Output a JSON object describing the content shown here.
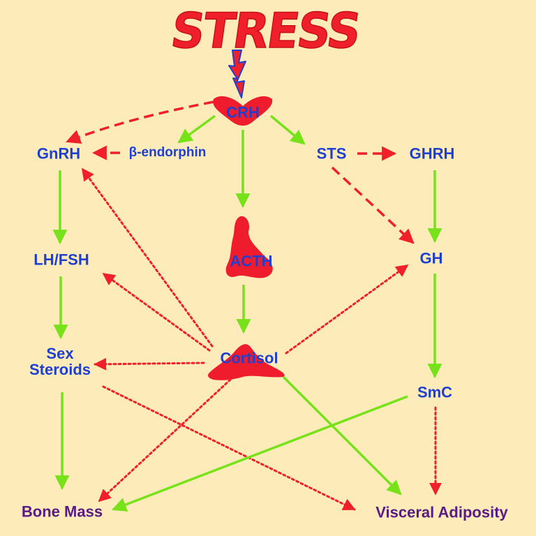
{
  "title": "STRESS",
  "nodes": {
    "crh": "CRH",
    "gnrh": "GnRH",
    "beta_endorphin": "β-endorphin",
    "sts": "STS",
    "ghrh": "GHRH",
    "lh_fsh": "LH/FSH",
    "acth": "ACTH",
    "gh": "GH",
    "sex_steroids_line1": "Sex",
    "sex_steroids_line2": "Steroids",
    "cortisol": "Cortisol",
    "smc": "SmC",
    "bone_mass": "Bone Mass",
    "visceral_adiposity": "Visceral Adiposity"
  },
  "colors": {
    "background": "#fdecb9",
    "stimulatory": "#77e21a",
    "inhibitory": "#f0202a",
    "node_text": "#1f3fd0",
    "outcome_text": "#5a1a86",
    "gland": "#ee1c2d"
  },
  "edges": [
    {
      "from": "crh",
      "to": "gnrh",
      "type": "inhibitory",
      "style": "dashed"
    },
    {
      "from": "crh",
      "to": "beta_endorphin",
      "type": "stimulatory",
      "style": "solid"
    },
    {
      "from": "crh",
      "to": "acth",
      "type": "stimulatory",
      "style": "solid"
    },
    {
      "from": "crh",
      "to": "sts",
      "type": "stimulatory",
      "style": "solid"
    },
    {
      "from": "beta_endorphin",
      "to": "gnrh",
      "type": "inhibitory",
      "style": "dashed"
    },
    {
      "from": "sts",
      "to": "ghrh",
      "type": "inhibitory",
      "style": "dashed"
    },
    {
      "from": "sts",
      "to": "gh",
      "type": "inhibitory",
      "style": "dashed"
    },
    {
      "from": "gnrh",
      "to": "lh_fsh",
      "type": "stimulatory",
      "style": "solid"
    },
    {
      "from": "ghrh",
      "to": "gh",
      "type": "stimulatory",
      "style": "solid"
    },
    {
      "from": "lh_fsh",
      "to": "sex_steroids",
      "type": "stimulatory",
      "style": "solid"
    },
    {
      "from": "acth",
      "to": "cortisol",
      "type": "stimulatory",
      "style": "solid"
    },
    {
      "from": "gh",
      "to": "smc",
      "type": "stimulatory",
      "style": "solid"
    },
    {
      "from": "cortisol",
      "to": "gnrh",
      "type": "inhibitory",
      "style": "dotted"
    },
    {
      "from": "cortisol",
      "to": "lh_fsh",
      "type": "inhibitory",
      "style": "dotted"
    },
    {
      "from": "cortisol",
      "to": "sex_steroids",
      "type": "inhibitory",
      "style": "dotted"
    },
    {
      "from": "cortisol",
      "to": "gh",
      "type": "inhibitory",
      "style": "dotted"
    },
    {
      "from": "cortisol",
      "to": "bone_mass",
      "type": "inhibitory",
      "style": "dotted"
    },
    {
      "from": "cortisol",
      "to": "visceral_adiposity",
      "type": "stimulatory",
      "style": "solid"
    },
    {
      "from": "sex_steroids",
      "to": "bone_mass",
      "type": "stimulatory",
      "style": "solid"
    },
    {
      "from": "sex_steroids",
      "to": "visceral_adiposity",
      "type": "inhibitory",
      "style": "dotted"
    },
    {
      "from": "smc",
      "to": "bone_mass",
      "type": "stimulatory",
      "style": "solid"
    },
    {
      "from": "smc",
      "to": "visceral_adiposity",
      "type": "inhibitory",
      "style": "dotted"
    }
  ]
}
